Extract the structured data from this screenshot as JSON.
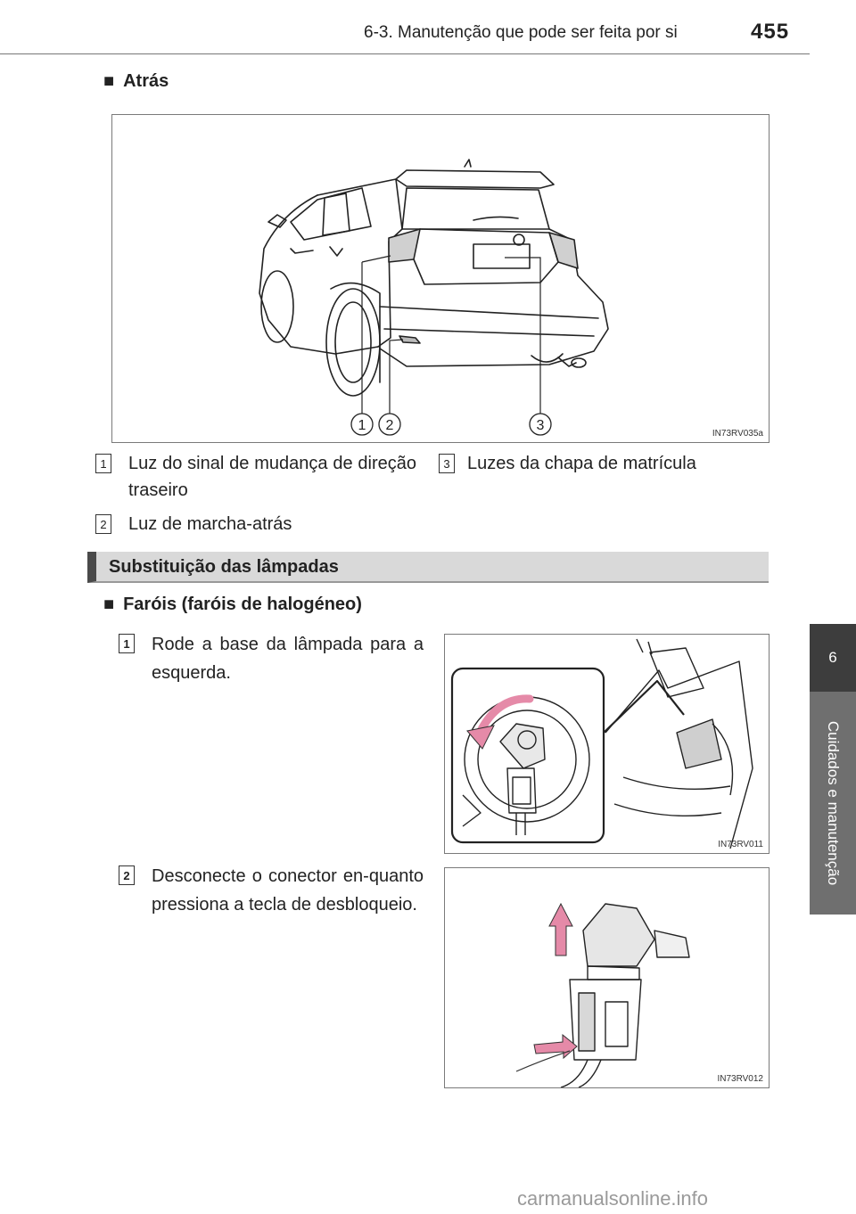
{
  "header": {
    "section": "6-3. Manutenção que pode ser feita por si",
    "page_number": "455"
  },
  "side_tab": {
    "chapter_number": "6",
    "chapter_title": "Cuidados e manutenção"
  },
  "rear_section": {
    "heading_marker": "■",
    "heading": "Atrás",
    "figure_code": "IN73RV035a",
    "figure_callouts": [
      "1",
      "2",
      "3"
    ],
    "legend": [
      {
        "num": "1",
        "text": "Luz do sinal de mudança de direção traseiro"
      },
      {
        "num": "2",
        "text": "Luz de marcha-atrás"
      },
      {
        "num": "3",
        "text": "Luzes da chapa de matrícula"
      }
    ]
  },
  "replacement_section": {
    "title": "Substituição das lâmpadas",
    "subheading_marker": "■",
    "subheading": "Faróis (faróis de halogéneo)",
    "steps": [
      {
        "num": "1",
        "text": "Rode a base da lâmpada para a esquerda.",
        "figure_code": "IN73RV011"
      },
      {
        "num": "2",
        "text": "Desconecte o conector en-quanto pressiona a tecla de desbloqueio.",
        "figure_code": "IN73RV012"
      }
    ]
  },
  "watermark": "carmanualsonline.info",
  "colors": {
    "arrow_pink": "#e58aa8",
    "tab_dark": "#3d3d3d",
    "tab_light": "#6f6f6f",
    "bar_fill": "#d9d9d9"
  }
}
